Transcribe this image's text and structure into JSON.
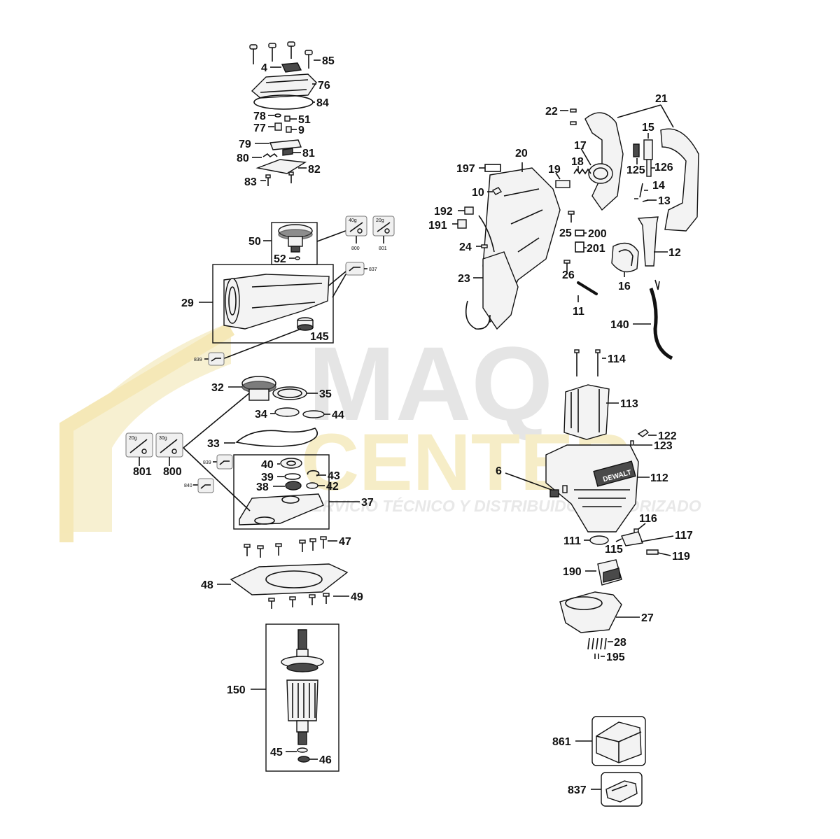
{
  "watermark": {
    "line1": "MAQ",
    "line2": "CENTER",
    "tagline": "SERVICIO TÉCNICO Y DISTRIBUIDOR AUTORIZADO"
  },
  "brand_plate": "DEWALT",
  "callouts": {
    "p85": "85",
    "p4": "4",
    "p76": "76",
    "p84": "84",
    "p78": "78",
    "p51": "51",
    "p77": "77",
    "p9": "9",
    "p79": "79",
    "p81": "81",
    "p80": "80",
    "p82": "82",
    "p83": "83",
    "p50": "50",
    "p52": "52",
    "p29": "29",
    "p145": "145",
    "p32": "32",
    "p35": "35",
    "p34": "34",
    "p44": "44",
    "p33": "33",
    "p40": "40",
    "p39": "39",
    "p43": "43",
    "p38": "38",
    "p42": "42",
    "p37": "37",
    "p47": "47",
    "p48": "48",
    "p49": "49",
    "p150": "150",
    "p45": "45",
    "p46": "46",
    "p22": "22",
    "p21": "21",
    "p15": "15",
    "p17": "17",
    "p20": "20",
    "p197": "197",
    "p18": "18",
    "p19": "19",
    "p125": "125",
    "p126": "126",
    "p10": "10",
    "p14": "14",
    "p13": "13",
    "p192": "192",
    "p191": "191",
    "p25": "25",
    "p200": "200",
    "p201": "201",
    "p24": "24",
    "p12": "12",
    "p23": "23",
    "p26": "26",
    "p16": "16",
    "p11": "11",
    "p140": "140",
    "p114": "114",
    "p113": "113",
    "p122": "122",
    "p123": "123",
    "p6": "6",
    "p112": "112",
    "p116": "116",
    "p117": "117",
    "p111": "111",
    "p115": "115",
    "p119": "119",
    "p190": "190",
    "p27": "27",
    "p28": "28",
    "p195": "195",
    "p861": "861",
    "p837": "837"
  },
  "kits": {
    "k800a_weight": "40g",
    "k800a_code": "800",
    "k801a_weight": "20g",
    "k801a_code": "801",
    "k837a_code": "837",
    "k839a_code": "839",
    "k801b_weight": "20g",
    "k801b_code": "801",
    "k800b_weight": "30g",
    "k800b_code": "800",
    "k839b_code": "839",
    "k840_code": "840"
  },
  "colors": {
    "line": "#111111",
    "watermark": "#f6ecc2",
    "watermark_grey": "#dedede"
  }
}
